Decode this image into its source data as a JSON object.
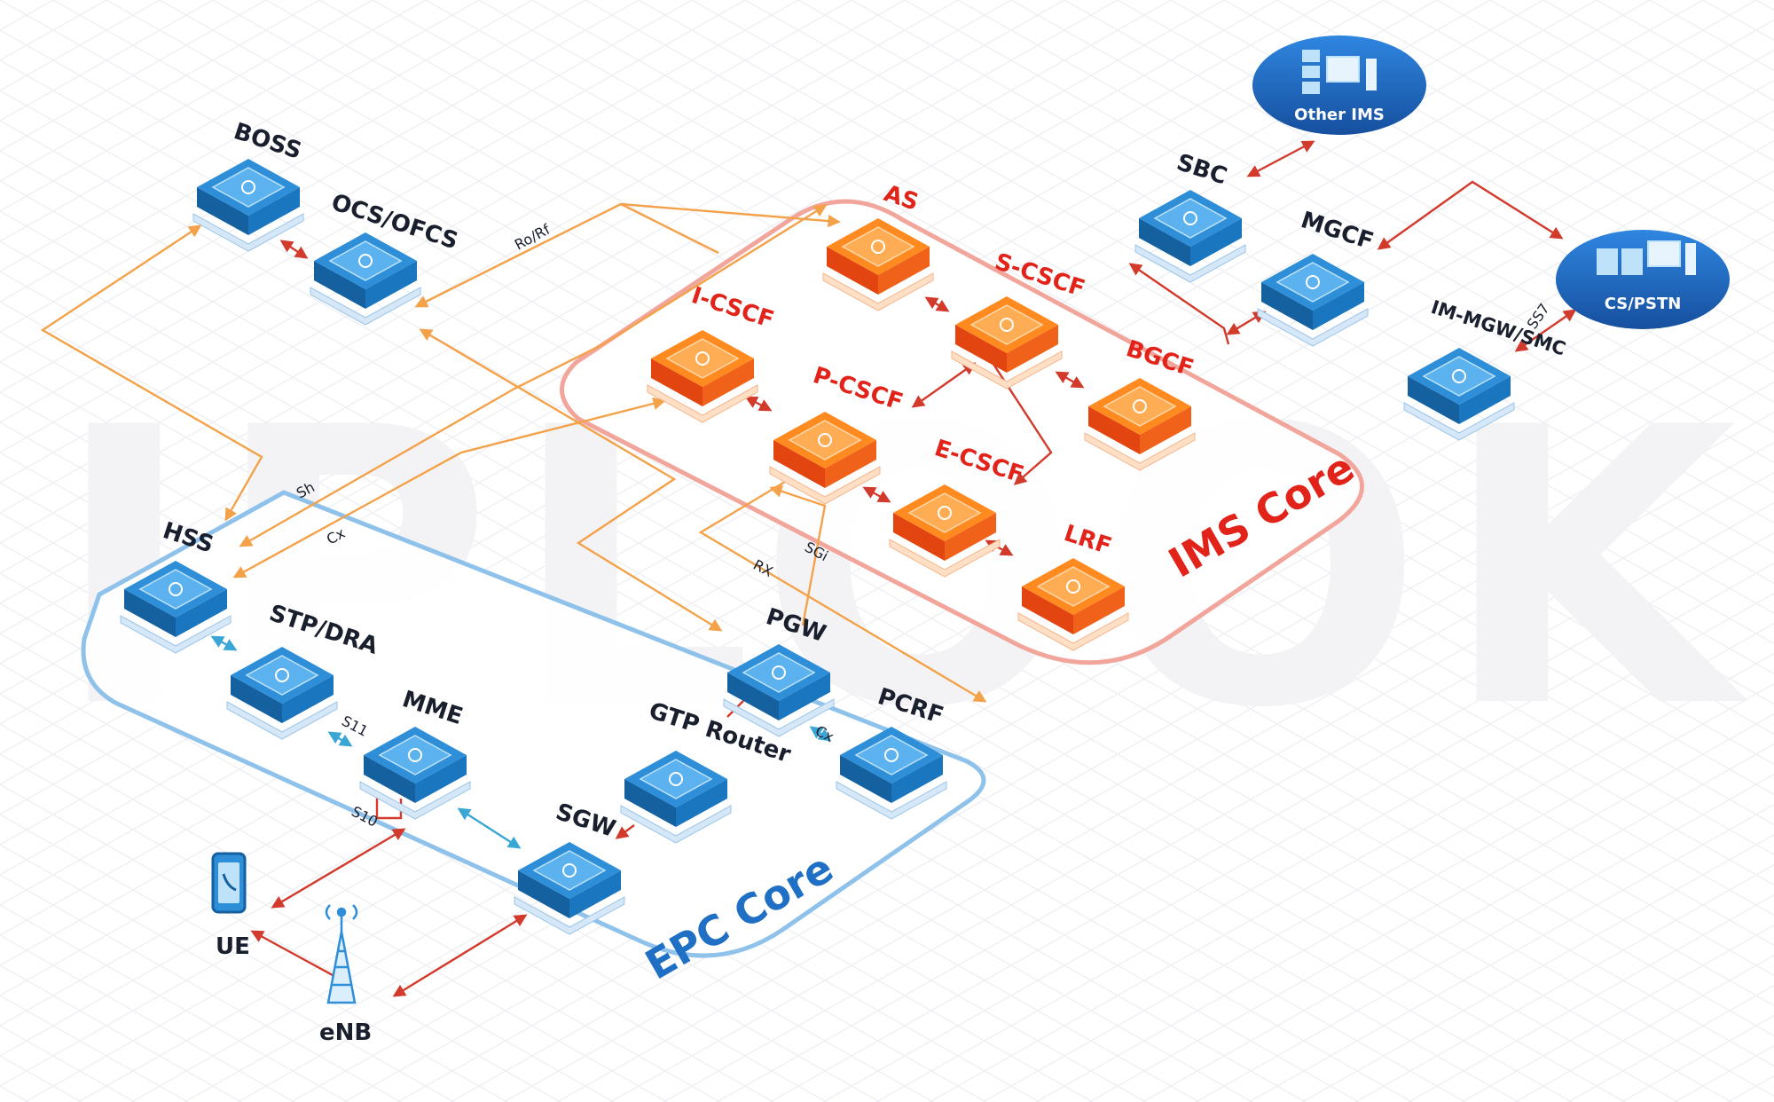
{
  "watermark": "IPLOOK",
  "colors": {
    "blue_top": "#2e8fd8",
    "blue_side": "#15609f",
    "orange_top": "#ff8a1f",
    "orange_side": "#e2450f",
    "orange_link": "#f4a24a",
    "red_link": "#d23a2b",
    "cyan_link": "#3aa6d6",
    "epc_border": "#8fc2ea",
    "ims_border": "#f2a59a",
    "epc_text": "#1f6fc4",
    "ims_text": "#e2231a",
    "cloud": "#1f66c2"
  },
  "cores": {
    "epc": "EPC Core",
    "ims": "IMS Core"
  },
  "nodes": {
    "boss": "BOSS",
    "ocs": "OCS/OFCS",
    "as": "AS",
    "scscf": "S-CSCF",
    "icscf": "I-CSCF",
    "pcscf": "P-CSCF",
    "bgcf": "BGCF",
    "ecscf": "E-CSCF",
    "lrf": "LRF",
    "sbc": "SBC",
    "mgcf": "MGCF",
    "immgw": "IM-MGW/SMC",
    "hss": "HSS",
    "stp": "STP/DRA",
    "mme": "MME",
    "pgw": "PGW",
    "gtp": "GTP Router",
    "pcrf": "PCRF",
    "sgw": "SGW",
    "ue": "UE",
    "enb": "eNB"
  },
  "clouds": {
    "other_ims": "Other IMS",
    "cs_pstn": "CS/PSTN"
  },
  "interfaces": {
    "rorf": "Ro/Rf",
    "sh": "Sh",
    "cx_hss": "Cx",
    "rx": "RX",
    "sgi": "SGi",
    "s11": "S11",
    "s10": "S10",
    "cx_pcrf": "Cx",
    "ss7": "SS7"
  },
  "icons": {
    "node_icon": "network-element-icon",
    "phone": "smartphone-icon",
    "tower": "cell-tower-icon",
    "server": "server-workstation-icon"
  }
}
